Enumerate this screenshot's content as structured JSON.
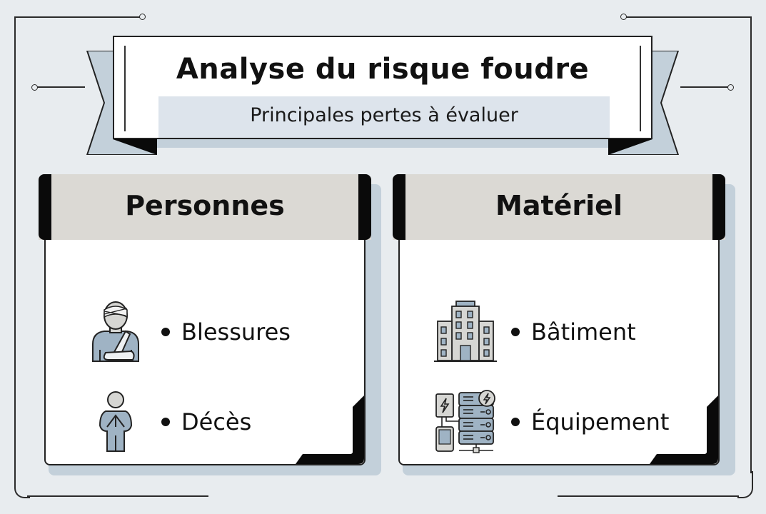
{
  "banner": {
    "title": "Analyse du risque foudre",
    "subtitle": "Principales pertes à évaluer"
  },
  "cards": [
    {
      "title": "Personnes",
      "items": [
        {
          "icon": "injured-person-icon",
          "label": "Blessures"
        },
        {
          "icon": "praying-person-icon",
          "label": "Décès"
        }
      ]
    },
    {
      "title": "Matériel",
      "items": [
        {
          "icon": "building-icon",
          "label": "Bâtiment"
        },
        {
          "icon": "server-equipment-icon",
          "label": "Équipement"
        }
      ]
    }
  ],
  "colors": {
    "background": "#e8ecef",
    "accent_blue": "#c3d0da",
    "header_gray": "#dbd9d4",
    "subtitle_band": "#dde4ec",
    "icon_fill": "#9fb3c4",
    "icon_gray": "#d6d6d3",
    "ink": "#111111"
  }
}
